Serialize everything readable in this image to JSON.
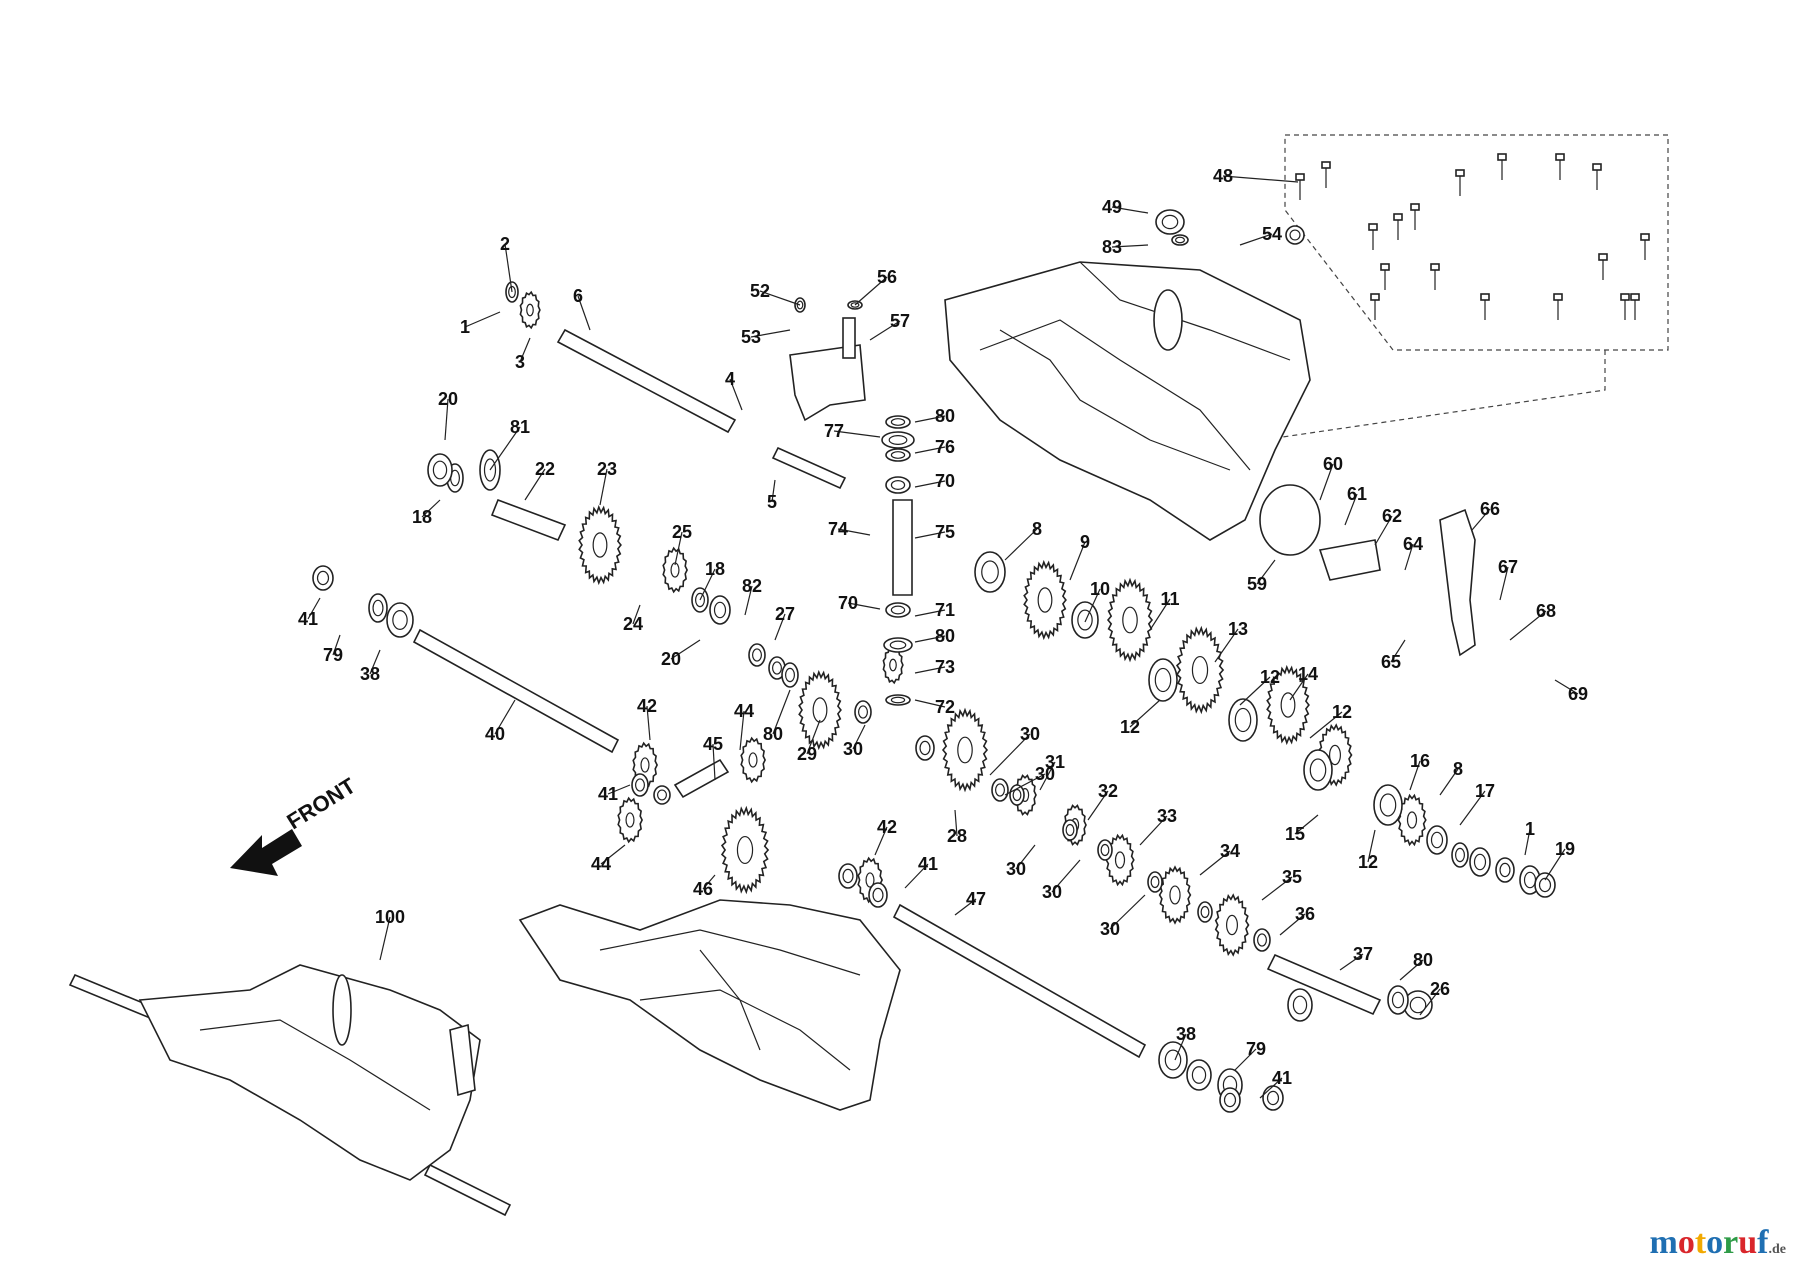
{
  "diagram": {
    "front_label": "FRONT",
    "watermark": {
      "brand": "motoruf",
      "tld": ".de"
    },
    "part_labels": [
      {
        "id": "l1a",
        "text": "1"
      },
      {
        "id": "l2",
        "text": "2"
      },
      {
        "id": "l3",
        "text": "3"
      },
      {
        "id": "l4",
        "text": "4"
      },
      {
        "id": "l5",
        "text": "5"
      },
      {
        "id": "l6",
        "text": "6"
      },
      {
        "id": "l8a",
        "text": "8"
      },
      {
        "id": "l8b",
        "text": "8"
      },
      {
        "id": "l9",
        "text": "9"
      },
      {
        "id": "l10",
        "text": "10"
      },
      {
        "id": "l11",
        "text": "11"
      },
      {
        "id": "l12a",
        "text": "12"
      },
      {
        "id": "l12b",
        "text": "12"
      },
      {
        "id": "l12c",
        "text": "12"
      },
      {
        "id": "l12d",
        "text": "12"
      },
      {
        "id": "l13",
        "text": "13"
      },
      {
        "id": "l14",
        "text": "14"
      },
      {
        "id": "l15",
        "text": "15"
      },
      {
        "id": "l16",
        "text": "16"
      },
      {
        "id": "l17",
        "text": "17"
      },
      {
        "id": "l18a",
        "text": "18"
      },
      {
        "id": "l18b",
        "text": "18"
      },
      {
        "id": "l19",
        "text": "19"
      },
      {
        "id": "l20a",
        "text": "20"
      },
      {
        "id": "l20b",
        "text": "20"
      },
      {
        "id": "l22",
        "text": "22"
      },
      {
        "id": "l23",
        "text": "23"
      },
      {
        "id": "l24",
        "text": "24"
      },
      {
        "id": "l25",
        "text": "25"
      },
      {
        "id": "l26",
        "text": "26"
      },
      {
        "id": "l27",
        "text": "27"
      },
      {
        "id": "l28",
        "text": "28"
      },
      {
        "id": "l29",
        "text": "29"
      },
      {
        "id": "l30a",
        "text": "30"
      },
      {
        "id": "l30b",
        "text": "30"
      },
      {
        "id": "l30c",
        "text": "30"
      },
      {
        "id": "l30d",
        "text": "30"
      },
      {
        "id": "l30e",
        "text": "30"
      },
      {
        "id": "l30f",
        "text": "30"
      },
      {
        "id": "l31",
        "text": "31"
      },
      {
        "id": "l32",
        "text": "32"
      },
      {
        "id": "l33",
        "text": "33"
      },
      {
        "id": "l34",
        "text": "34"
      },
      {
        "id": "l35",
        "text": "35"
      },
      {
        "id": "l36",
        "text": "36"
      },
      {
        "id": "l37",
        "text": "37"
      },
      {
        "id": "l38a",
        "text": "38"
      },
      {
        "id": "l38b",
        "text": "38"
      },
      {
        "id": "l40",
        "text": "40"
      },
      {
        "id": "l41a",
        "text": "41"
      },
      {
        "id": "l41b",
        "text": "41"
      },
      {
        "id": "l41c",
        "text": "41"
      },
      {
        "id": "l41d",
        "text": "41"
      },
      {
        "id": "l42a",
        "text": "42"
      },
      {
        "id": "l42b",
        "text": "42"
      },
      {
        "id": "l44a",
        "text": "44"
      },
      {
        "id": "l44b",
        "text": "44"
      },
      {
        "id": "l45",
        "text": "45"
      },
      {
        "id": "l46",
        "text": "46"
      },
      {
        "id": "l47",
        "text": "47"
      },
      {
        "id": "l48",
        "text": "48"
      },
      {
        "id": "l49",
        "text": "49"
      },
      {
        "id": "l52",
        "text": "52"
      },
      {
        "id": "l53",
        "text": "53"
      },
      {
        "id": "l54",
        "text": "54"
      },
      {
        "id": "l56",
        "text": "56"
      },
      {
        "id": "l57",
        "text": "57"
      },
      {
        "id": "l59",
        "text": "59"
      },
      {
        "id": "l60",
        "text": "60"
      },
      {
        "id": "l61",
        "text": "61"
      },
      {
        "id": "l62",
        "text": "62"
      },
      {
        "id": "l64",
        "text": "64"
      },
      {
        "id": "l65",
        "text": "65"
      },
      {
        "id": "l66",
        "text": "66"
      },
      {
        "id": "l67",
        "text": "67"
      },
      {
        "id": "l68",
        "text": "68"
      },
      {
        "id": "l69",
        "text": "69"
      },
      {
        "id": "l70a",
        "text": "70"
      },
      {
        "id": "l70b",
        "text": "70"
      },
      {
        "id": "l71",
        "text": "71"
      },
      {
        "id": "l72",
        "text": "72"
      },
      {
        "id": "l73",
        "text": "73"
      },
      {
        "id": "l74",
        "text": "74"
      },
      {
        "id": "l75",
        "text": "75"
      },
      {
        "id": "l76",
        "text": "76"
      },
      {
        "id": "l77",
        "text": "77"
      },
      {
        "id": "l79a",
        "text": "79"
      },
      {
        "id": "l79b",
        "text": "79"
      },
      {
        "id": "l80a",
        "text": "80"
      },
      {
        "id": "l80b",
        "text": "80"
      },
      {
        "id": "l80c",
        "text": "80"
      },
      {
        "id": "l80d",
        "text": "80"
      },
      {
        "id": "l81",
        "text": "81"
      },
      {
        "id": "l82",
        "text": "82"
      },
      {
        "id": "l83",
        "text": "83"
      },
      {
        "id": "l100",
        "text": "100"
      },
      {
        "id": "l1b",
        "text": "1"
      }
    ],
    "colors": {
      "brand_letters": [
        "#1f6fb2",
        "#d9262b",
        "#f2a900",
        "#1f6fb2",
        "#2e9b47",
        "#d9262b",
        "#1f6fb2"
      ]
    }
  }
}
